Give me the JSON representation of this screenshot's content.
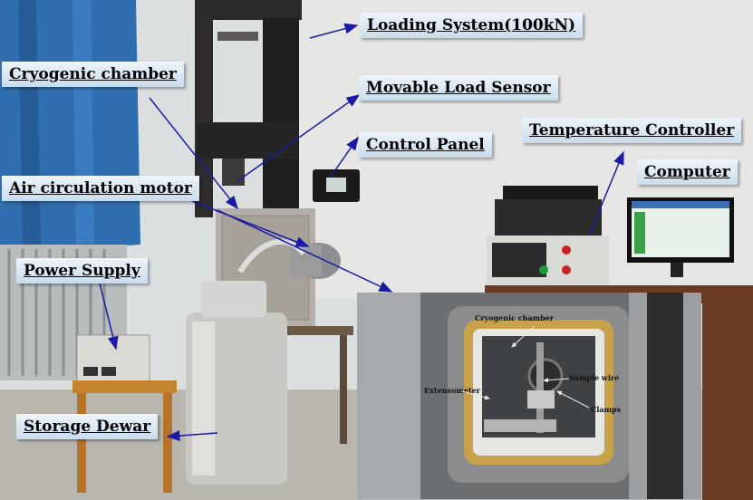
{
  "labels": {
    "loading_system": "Loading System(100kN)",
    "cryogenic_chamber": "Cryogenic chamber",
    "movable_load_sensor": "Movable Load Sensor",
    "control_panel": "Control Panel",
    "temperature_controller": "Temperature Controller",
    "computer": "Computer",
    "air_circulation_motor": "Air circulation motor",
    "power_supply": "Power Supply",
    "storage_dewar": "Storage Dewar"
  },
  "inset": {
    "cryogenic_chamber": "Cryogenic chamber",
    "sample_wire": "Sample wire",
    "extensometer": "Extensometer",
    "clamps": "Clamps"
  },
  "colors": {
    "arrow": "#1a1aa6",
    "label_bg_top": "#eef5fb",
    "label_bg_bottom": "#c9dcec"
  }
}
